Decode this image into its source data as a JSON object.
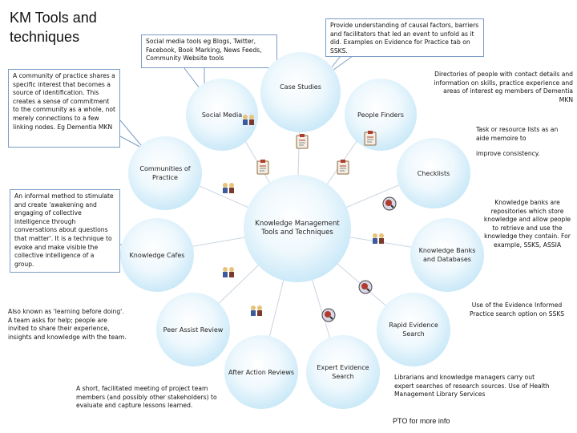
{
  "title": "KM Tools and techniques",
  "center": "Knowledge Management Tools and Techniques",
  "nodes": {
    "case_studies": "Case Studies",
    "social_media": "Social Media",
    "people_finders": "People Finders",
    "communities": "Communities of Practice",
    "checklists": "Checklists",
    "knowledge_cafes": "Knowledge Cafes",
    "knowledge_banks": "Knowledge Banks and Databases",
    "peer_assist": "Peer Assist Review",
    "rapid_evidence": "Rapid Evidence Search",
    "after_action": "After Action Reviews",
    "expert_evidence": "Expert Evidence Search"
  },
  "notes": {
    "case_studies": "Provide understanding of causal factors, barriers and facilitators that led an event to unfold as it did. Examples on Evidence for Practice tab on SSKS.",
    "social_media": "Social media tools eg Blogs, Twitter, Facebook, Book Marking, News Feeds, Community Website tools",
    "communities": "A community of practice shares a specific interest that becomes a source of identification. This creates a sense of commitment to the community as a whole, not merely connections to a few linking nodes. Eg Dementia MKN",
    "people_finders": "Directories of people with contact details and information on skills, practice experience and areas of interest eg members of Dementia MKN",
    "checklists_1": "Task or resource lists as an aide memoire to",
    "checklists_2": "improve consistency.",
    "knowledge_cafes": "An informal method to stimulate and create 'awakening and engaging of collective intelligence through conversations about questions that matter'. It is a technique to evoke and make visible the collective intelligence of a group.",
    "knowledge_banks": "Knowledge banks are repositories which store knowledge and allow people to retrieve and use the knowledge they contain. For example, SSKS, ASSIA",
    "peer_assist": "Also known as 'learning before doing'. A team asks for help; people are invited to share their experience, insights and knowledge with the team.",
    "rapid_evidence": "Use of the Evidence Informed Practice search option on SSKS",
    "after_action": "A short, facilitated meeting of project team members (and possibly other stakeholders) to evaluate and capture lessons learned.",
    "expert_evidence": "Librarians and knowledge managers carry out expert searches of research sources. Use of Health Management Library Services"
  },
  "footer": "PTO for more info",
  "colors": {
    "bubble": "#a9d9f1",
    "callout_border": "#7a9cc6",
    "line": "#c9d4e0"
  }
}
